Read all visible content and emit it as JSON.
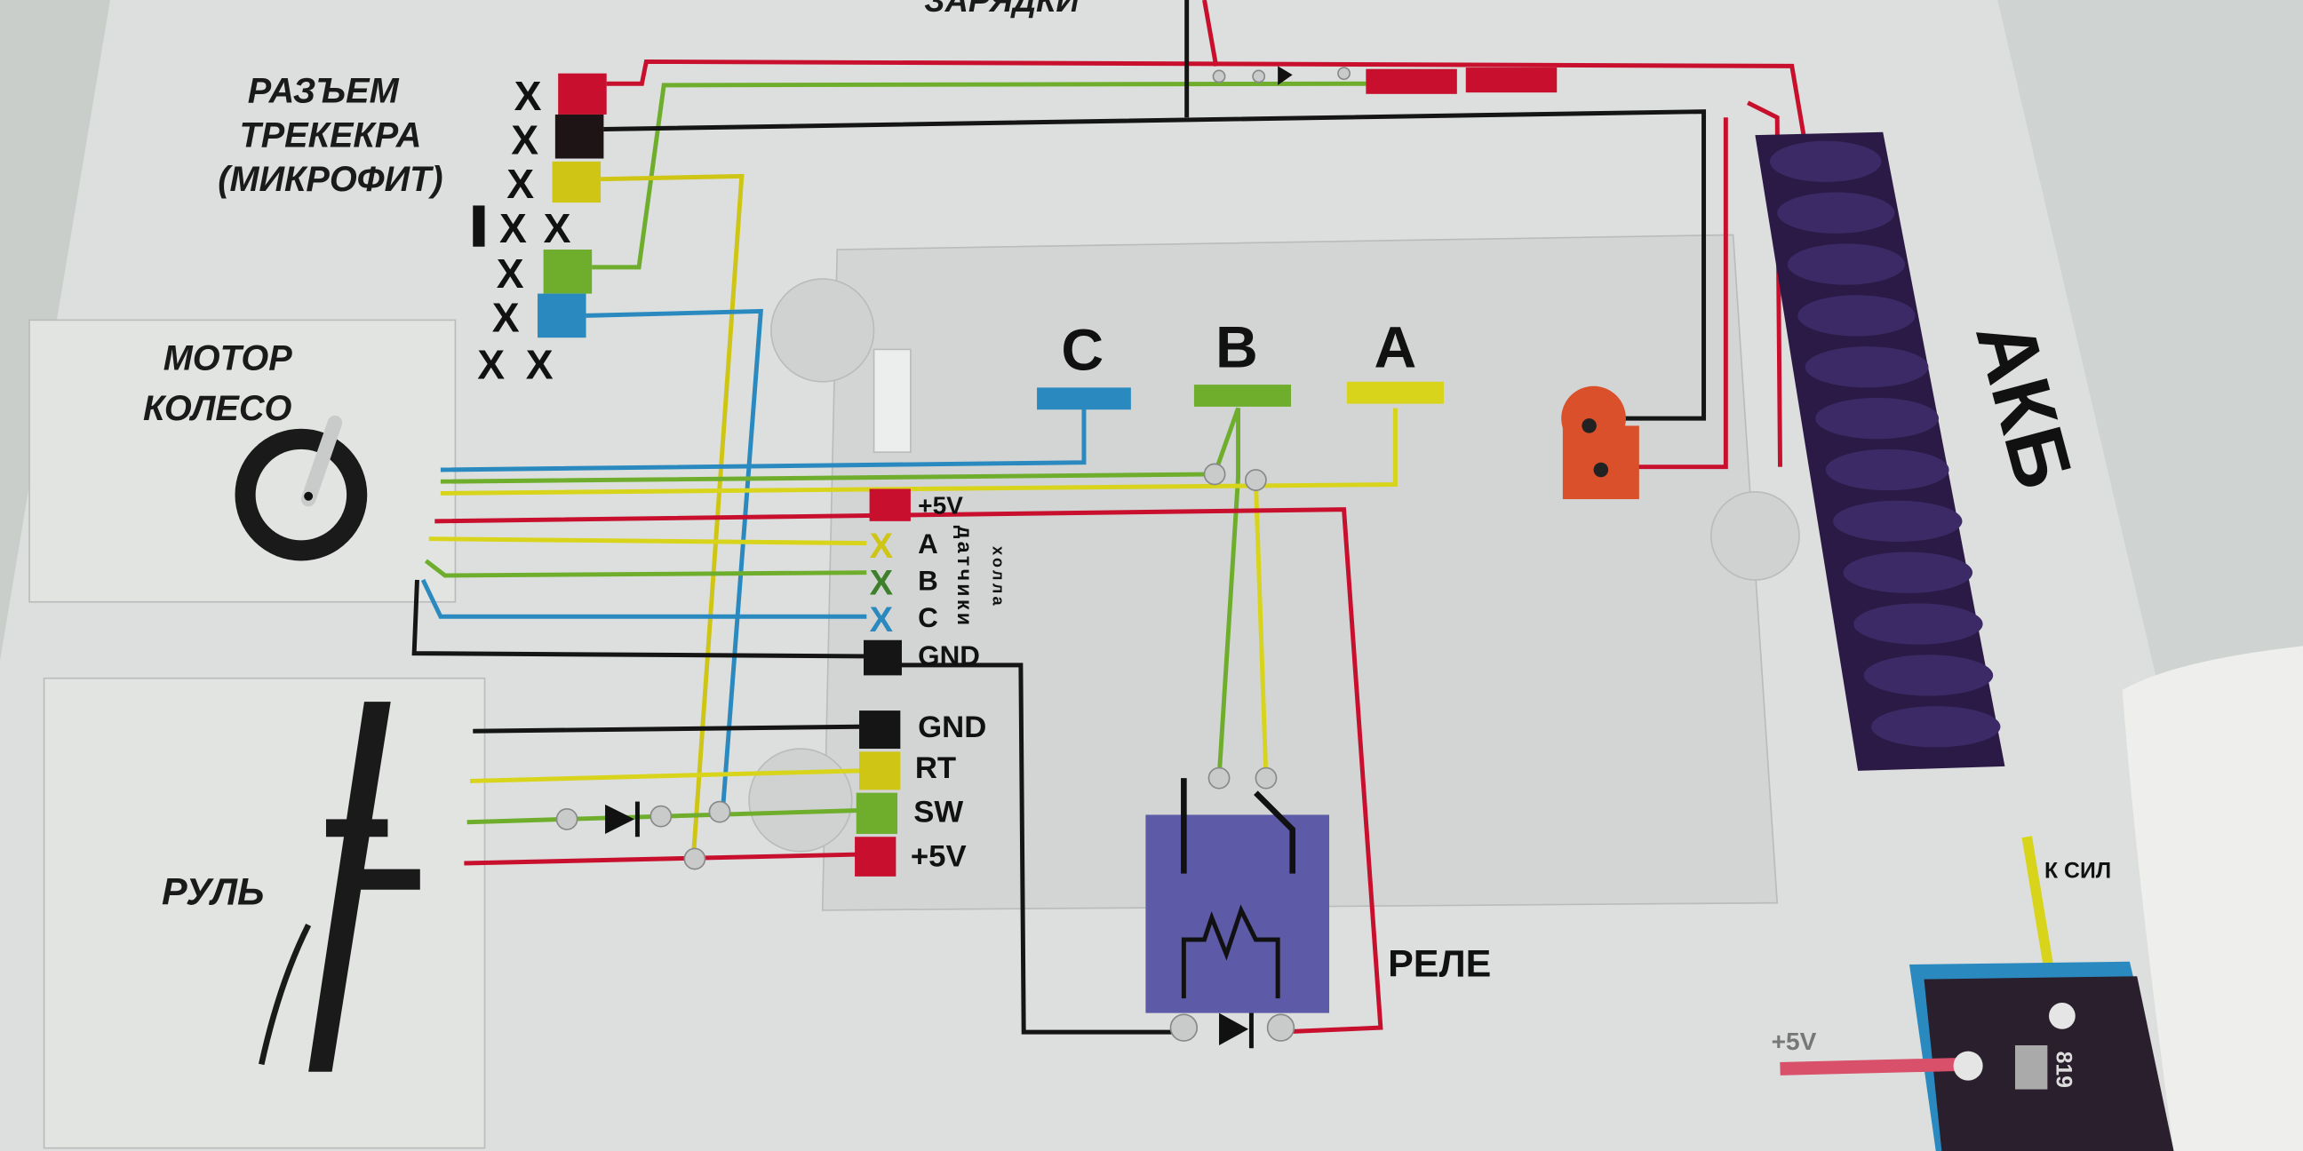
{
  "title_top": "ЗАРЯДКИ",
  "tracker_connector": {
    "line1": "РАЗЪЕМ",
    "line2": "ТРЕКЕКРА",
    "line3": "(МИКРОФИТ)",
    "cell_mark": "X"
  },
  "motor": {
    "line1": "МОТОР",
    "line2": "КОЛЕСО"
  },
  "phases": {
    "c": "C",
    "b": "B",
    "a": "A"
  },
  "hall_connector": {
    "pins": [
      "+5V",
      "A",
      "B",
      "C",
      "GND"
    ],
    "x_mark": "X",
    "side_label": "датчики",
    "side_label2": "холла"
  },
  "handlebar_connector": {
    "pins": [
      "GND",
      "RT",
      "SW",
      "+5V"
    ]
  },
  "handlebar": {
    "label": "РУЛЬ"
  },
  "relay": {
    "label": "РЕЛЕ"
  },
  "battery": {
    "label": "АКБ"
  },
  "corner": {
    "label_power": "К СИЛ",
    "label_5v": "+5V",
    "part_number": "819"
  },
  "colors": {
    "red": "#c8102e",
    "black": "#151515",
    "yellow": "#d8d41c",
    "green": "#6fae2d",
    "blue": "#2a8ac0",
    "purple": "#5d5aa8",
    "battery": "#2a1a45"
  }
}
